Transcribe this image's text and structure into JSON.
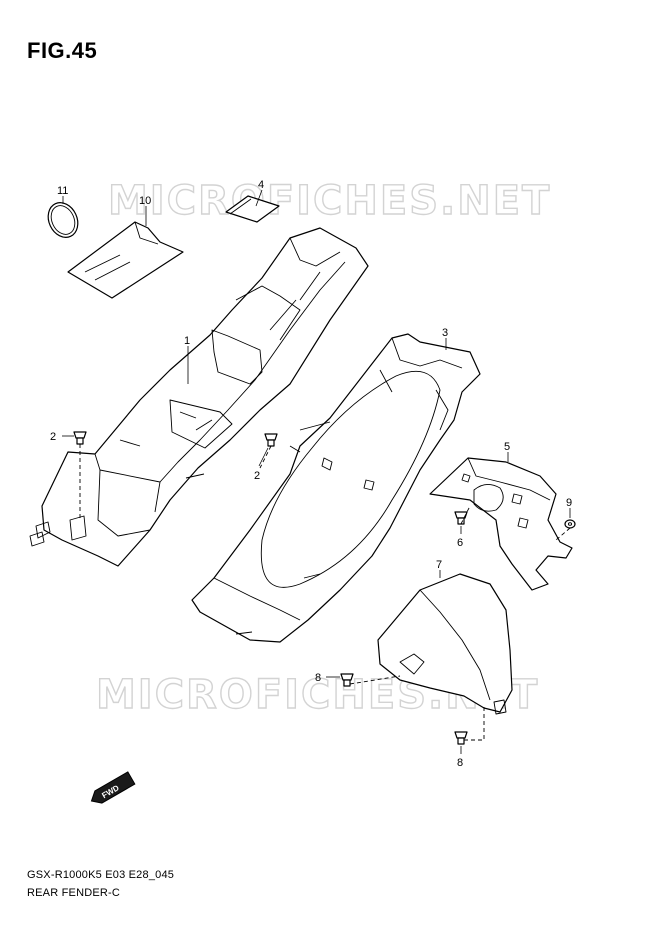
{
  "figure": {
    "title": "FIG.45"
  },
  "watermark": {
    "text": "MICROFICHES.NET"
  },
  "callouts": {
    "c1": "1",
    "c2a": "2",
    "c2b": "2",
    "c3": "3",
    "c4": "4",
    "c5": "5",
    "c6": "6",
    "c7": "7",
    "c8a": "8",
    "c8b": "8",
    "c9": "9",
    "c10": "10",
    "c11": "11"
  },
  "fwd_badge": "FWD",
  "footer": {
    "code": "GSX-R1000K5 E03 E28_045",
    "caption": "REAR FENDER-C"
  }
}
